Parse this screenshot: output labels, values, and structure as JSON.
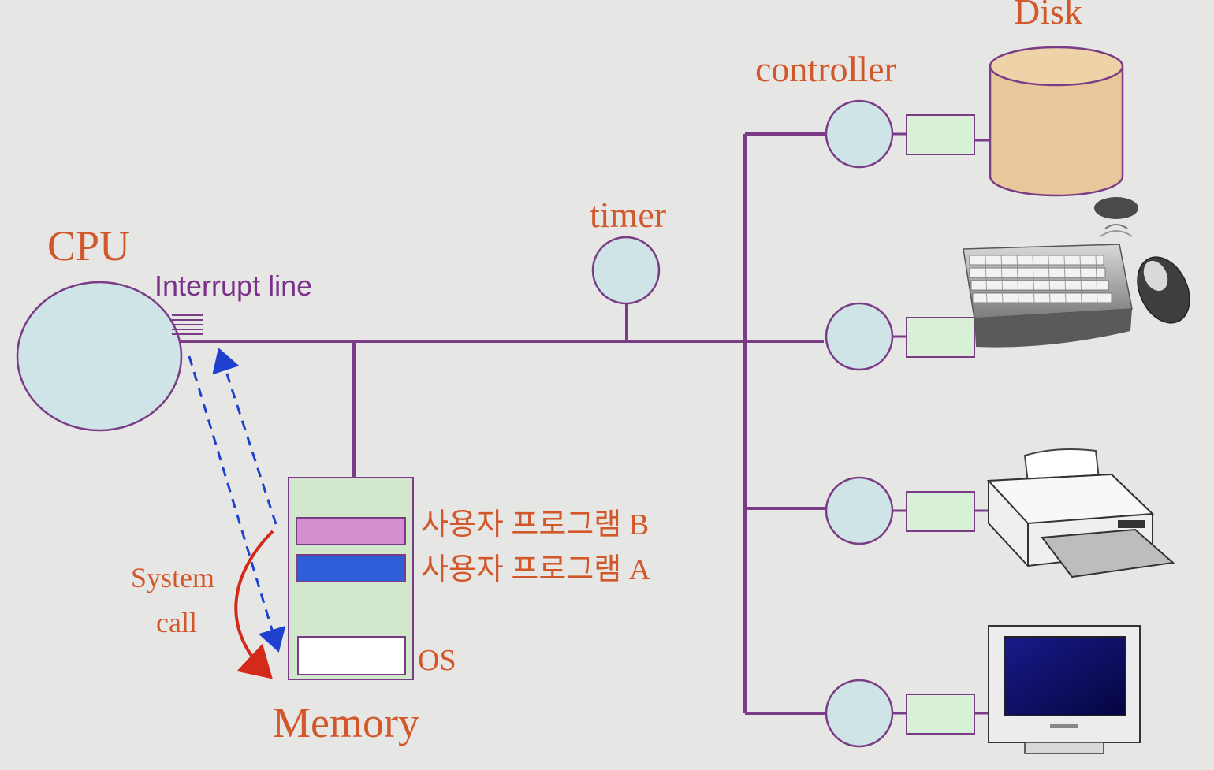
{
  "labels": {
    "disk": "Disk",
    "controller": "controller",
    "timer": "timer",
    "cpu": "CPU",
    "interrupt_line": "Interrupt line",
    "user_program_b": "사용자 프로그램 B",
    "user_program_a": "사용자 프로그램 A",
    "system_call_1": "System",
    "system_call_2": "call",
    "os": "OS",
    "memory": "Memory"
  },
  "colors": {
    "background": "#e6e6e4",
    "label_orange": "#d2572b",
    "interrupt_purple": "#7a2f8a",
    "bus_purple": "#7a3c86",
    "node_fill": "#cfe4e6",
    "controller_fill": "#d8efd8",
    "memory_fill": "#d3e7cd",
    "program_b": "#d58fcf",
    "program_a": "#2f5fd8",
    "os_block": "#ffffff",
    "disk_fill": "#e8c89a",
    "syscall_arrow": "#d42a1a",
    "interrupt_arrow": "#2040d0"
  },
  "devices": [
    {
      "name": "disk-device",
      "icon": "disk-icon"
    },
    {
      "name": "keyboard-mouse-device",
      "icon": "keyboard-icon"
    },
    {
      "name": "printer-device",
      "icon": "printer-icon"
    },
    {
      "name": "monitor-device",
      "icon": "monitor-icon"
    }
  ]
}
